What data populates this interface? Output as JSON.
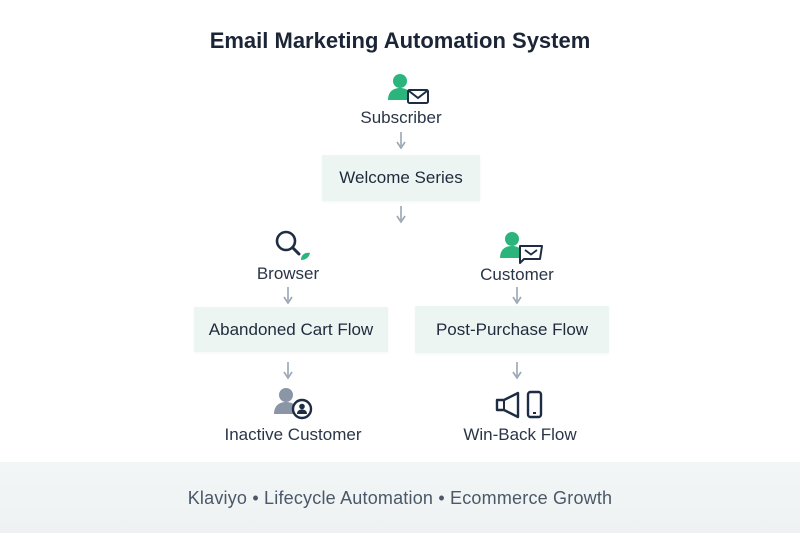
{
  "title": "Email Marketing Automation System",
  "nodes": {
    "subscriber": "Subscriber",
    "welcome_series": "Welcome Series",
    "browser": "Browser",
    "customer": "Customer",
    "abandoned_cart": "Abandoned Cart Flow",
    "post_purchase": "Post-Purchase Flow",
    "inactive_customer": "Inactive Customer",
    "win_back": "Win-Back Flow"
  },
  "footer": "Klaviyo • Lifecycle Automation • Ecommerce Growth",
  "colors": {
    "accent_green": "#2bb57c",
    "navy": "#1e2d44",
    "gray_icon": "#8a96a6",
    "box_bg": "#edf5f2",
    "arrow": "#9aa6b4"
  },
  "icons": {
    "subscriber": "user-mail-icon",
    "browser": "magnifier-leaf-icon",
    "customer": "user-chat-icon",
    "inactive_customer": "user-badge-icon",
    "win_back": "megaphone-phone-icon"
  }
}
